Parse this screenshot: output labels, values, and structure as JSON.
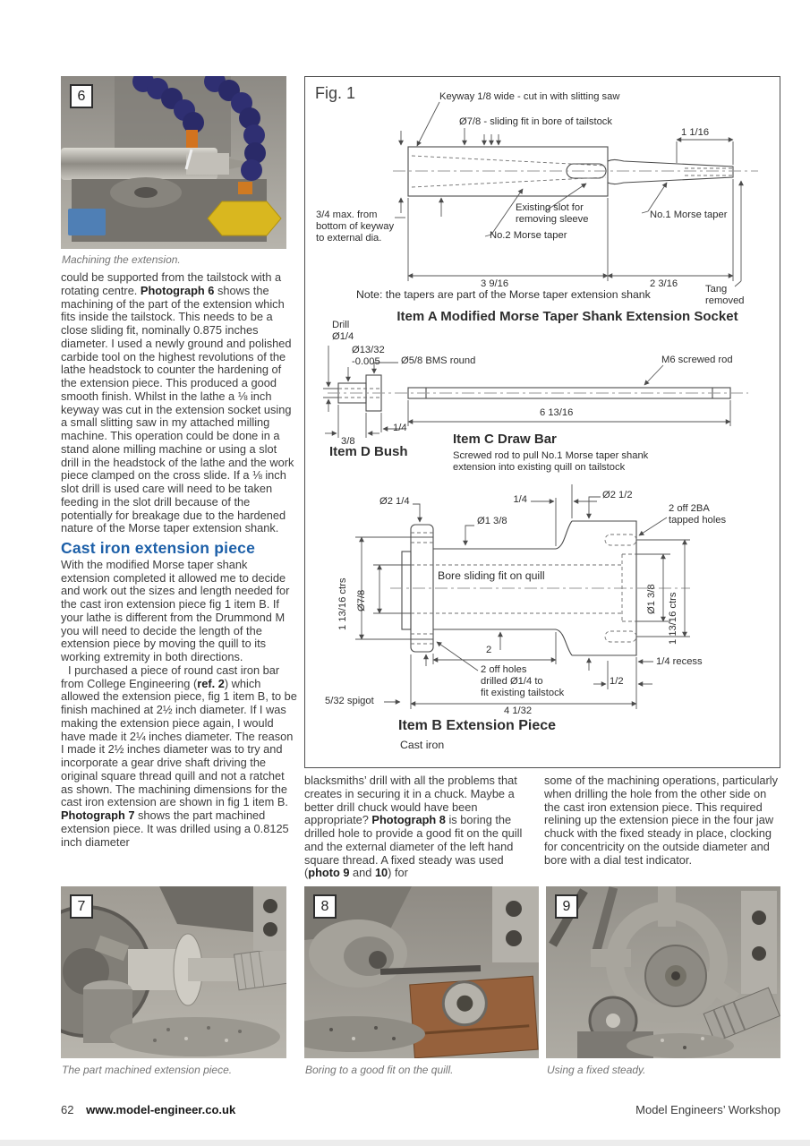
{
  "colors": {
    "heading_blue": "#1c5fa8",
    "hose_blue": "#2f2f72",
    "nozzle_yellow": "#d9b71f"
  },
  "photos": {
    "p6": {
      "number": "6",
      "caption": "Machining the extension."
    },
    "p7": {
      "number": "7",
      "caption": "The part machined extension piece."
    },
    "p8": {
      "number": "8",
      "caption": "Boring to a good fit on the quill."
    },
    "p9": {
      "number": "9",
      "caption": "Using a fixed steady."
    }
  },
  "article": {
    "heading": "Cast iron extension piece",
    "p1": {
      "s1": "could be supported from the tailstock with a rotating centre. ",
      "b1": "Photograph 6",
      "s2": " shows the machining of the part of the extension which fits inside the tailstock. This needs to be a close sliding fit, nominally 0.875 inches diameter. I used a newly ground and polished carbide tool on the highest revolutions of the lathe headstock to counter the hardening of the extension piece. This produced a good smooth finish. Whilst in the lathe a ⅛ inch keyway was cut in the extension socket using a small slitting saw in my attached milling machine. This operation could be done in a stand alone milling machine or using a slot drill in the headstock of the lathe and the work piece clamped on the cross slide. If a ⅛ inch slot drill is used care will need to be taken feeding in the slot drill because of the potentially for breakage due to the hardened nature of the Morse taper extension shank."
    },
    "p2": "With the modified Morse taper shank extension completed it allowed me to decide and work out the sizes and length needed for the cast iron extension piece fig 1 item B.  If your lathe is different from the Drummond M you will need to decide the length of the extension piece by moving the quill to its working extremity in both directions.",
    "p3": {
      "s1": "I purchased a piece of round cast iron bar from College Engineering (",
      "b1": "ref. 2",
      "s2": ") which allowed the extension piece, fig 1 item B, to be finish machined at 2½ inch diameter. If I was making the extension piece again, I would have made it 2¼ inches diameter. The reason I made it 2½ inches diameter was to try and incorporate a gear drive shaft driving the original square thread quill and not a ratchet as shown. The machining dimensions for the cast iron extension are shown in fig 1 item B. ",
      "b2": "Photograph 7",
      "s3": " shows the part machined extension piece. It was drilled using a 0.8125 inch diameter"
    },
    "mid": {
      "s1": "blacksmiths’ drill with all the problems that creates in securing it in a chuck. Maybe a better drill chuck would have been appropriate? ",
      "b1": "Photograph 8",
      "s2": " is boring the drilled hole to provide a good fit on the quill and the external diameter of the left hand square thread. A fixed steady was used (",
      "b2": "photo 9",
      "s3": " and ",
      "b3": "10",
      "s4": ") for"
    },
    "right": "some of the machining operations, particularly when drilling the hole from the other side on the cast iron extension piece. This required relining up the extension piece in the four jaw chuck with the fixed steady in place, clocking for concentricity on the outside diameter and bore with a dial test indicator."
  },
  "fig1": {
    "label": "Fig. 1",
    "itemA": {
      "keyway": "Keyway 1/8 wide - cut in with slitting saw",
      "bore": "Ø7/8 - sliding fit in bore of tailstock",
      "d1116": "1 1/16",
      "max34": "3/4 max. from\nbottom of keyway\nto external dia.",
      "slot": "Existing slot for\nremoving sleeve",
      "mt1": "No.1 Morse taper",
      "mt2": "No.2 Morse taper",
      "d3916": "3 9/16",
      "d2316": "2 3/16",
      "note": "Note: the tapers are part of the Morse taper extension shank",
      "tang": "Tang\nremoved",
      "title": "Item A Modified Morse Taper Shank Extension Socket"
    },
    "itemCD": {
      "drill": "Drill\nØ1/4",
      "d1332": "Ø13/32\n-0.005",
      "bms": "Ø5/8 BMS round",
      "m6": "M6 screwed rod",
      "d61316": "6 13/16",
      "d38": "3/8",
      "d14": "1/4",
      "titleD": "Item D Bush",
      "titleC": "Item C Draw Bar",
      "descC": "Screwed rod to pull No.1 Morse taper shank\nextension into existing quill on tailstock"
    },
    "itemB": {
      "d214": "Ø2 1/4",
      "d14top": "1/4",
      "d212": "Ø2 1/2",
      "tapped": "2 off 2BA\ntapped holes",
      "d138top": "Ø1 3/8",
      "bore": "Bore sliding fit on quill",
      "ctrsL": "1 13/16 ctrs",
      "d78": "Ø7/8",
      "d138r": "Ø1 3/8",
      "ctrsR": "1 13/16 ctrs",
      "d2": "2",
      "holes": "2 off holes\ndrilled Ø1/4 to\nfit existing tailstock",
      "recess": "1/4 recess",
      "d12": "1/2",
      "spigot": "5/32 spigot",
      "d4132": "4 1/32",
      "title": "Item B Extension Piece",
      "material": "Cast iron"
    }
  },
  "footer": {
    "page_number": "62",
    "site": "www.model-engineer.co.uk",
    "magazine": "Model Engineers’ Workshop"
  }
}
